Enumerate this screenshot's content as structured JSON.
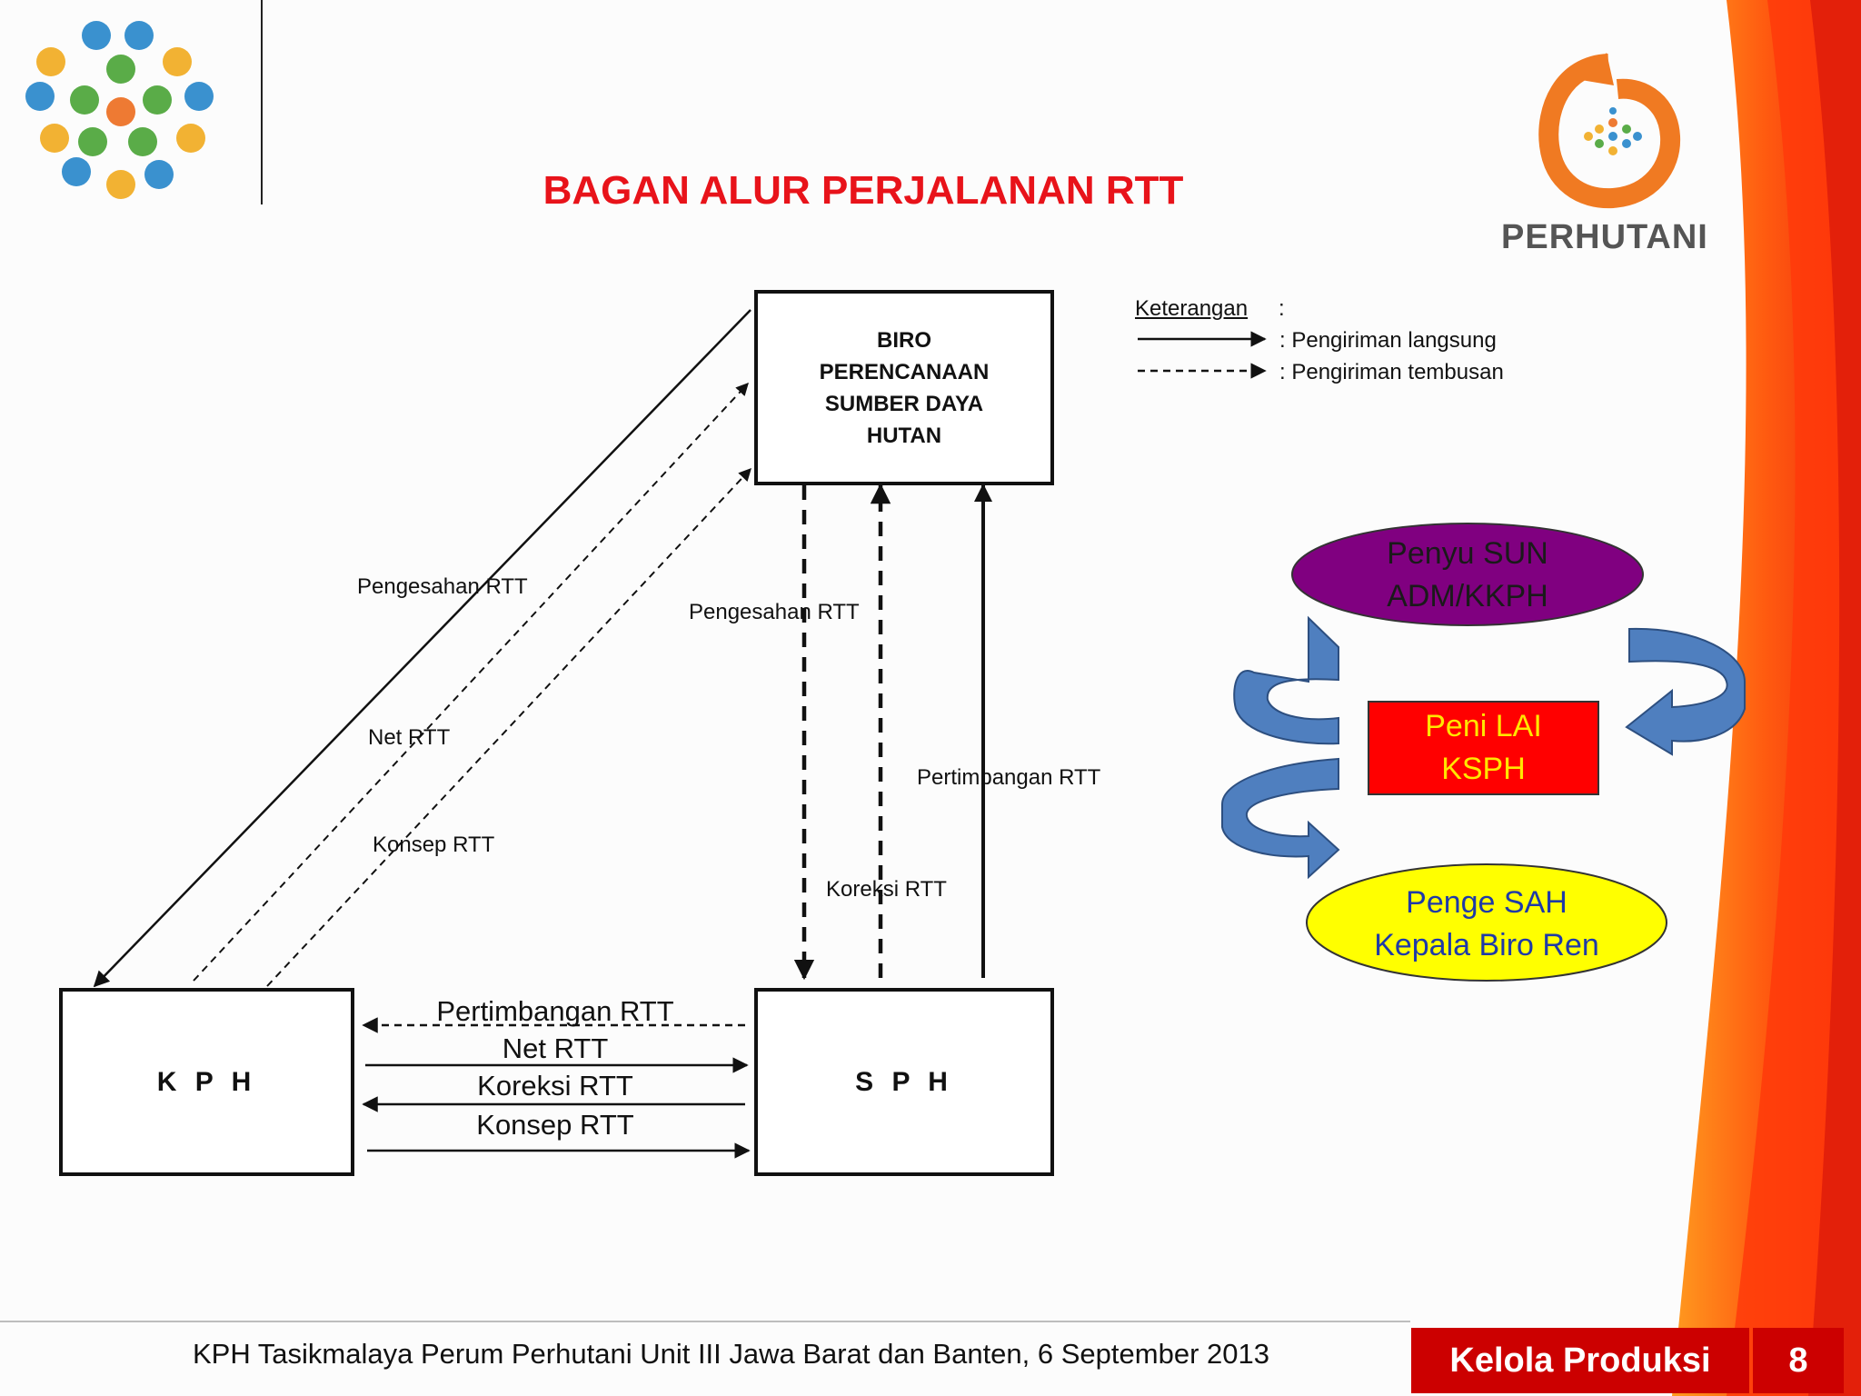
{
  "title": "BAGAN ALUR PERJALANAN RTT",
  "logo_text": "PERHUTANI",
  "boxes": {
    "biro": [
      "BIRO",
      "PERENCANAAN",
      "SUMBER DAYA",
      "HUTAN"
    ],
    "kph": "K P H",
    "sph": "S P H"
  },
  "legend": {
    "title": "Keterangan",
    "colon": ":",
    "solid": ":  Pengiriman langsung",
    "dashed": ":  Pengiriman tembusan"
  },
  "diagonal_labels": {
    "pengesahan": "Pengesahan RTT",
    "net": "Net RTT",
    "konsep": "Konsep RTT"
  },
  "vertical_labels": {
    "pengesahan": "Pengesahan RTT",
    "koreksi": "Koreksi RTT",
    "pertimbangan": "Pertimbangan RTT"
  },
  "horizontal_labels": {
    "pertimbangan": "Pertimbangan RTT",
    "net": "Net RTT",
    "koreksi": "Koreksi RTT",
    "konsep": "Konsep RTT"
  },
  "cycle": {
    "top": [
      "Penyu SUN",
      "ADM/KKPH"
    ],
    "middle": [
      "Peni  LAI",
      "KSPH"
    ],
    "bottom": [
      "Penge SAH",
      "Kepala Biro Ren"
    ],
    "colors": {
      "top": "#800080",
      "middle": "#ff0000",
      "bottom": "#ffff00",
      "arrow": "#4f7fbf"
    }
  },
  "footer": {
    "text": "KPH Tasikmalaya Perum Perhutani Unit III Jawa Barat dan Banten, 6 September 2013",
    "section": "Kelola Produksi",
    "page": "8"
  }
}
